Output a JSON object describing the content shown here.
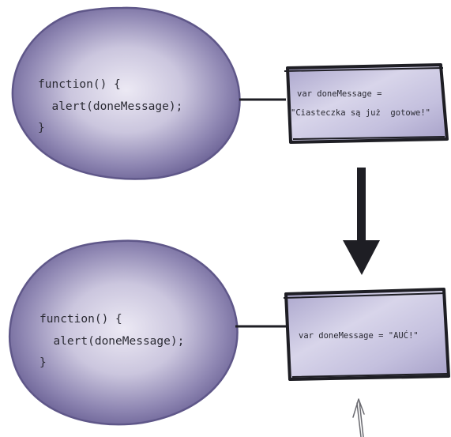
{
  "panels": [
    {
      "function_code": {
        "line1": "function() {",
        "line2": "  alert(doneMessage);",
        "line3": "}"
      },
      "variable_box": {
        "line1": "var doneMessage =",
        "line2": "\"Ciasteczka są już  gotowe!\""
      }
    },
    {
      "function_code": {
        "line1": "function() {",
        "line2": "  alert(doneMessage);",
        "line3": "}"
      },
      "variable_box": {
        "line1": "var doneMessage = \"AUĆ!\""
      }
    }
  ],
  "colors": {
    "blob_fill": "#8d85b2",
    "blob_edge": "#6f6699",
    "box_fill": "#c2bfdd",
    "ink": "#1e1e24"
  }
}
